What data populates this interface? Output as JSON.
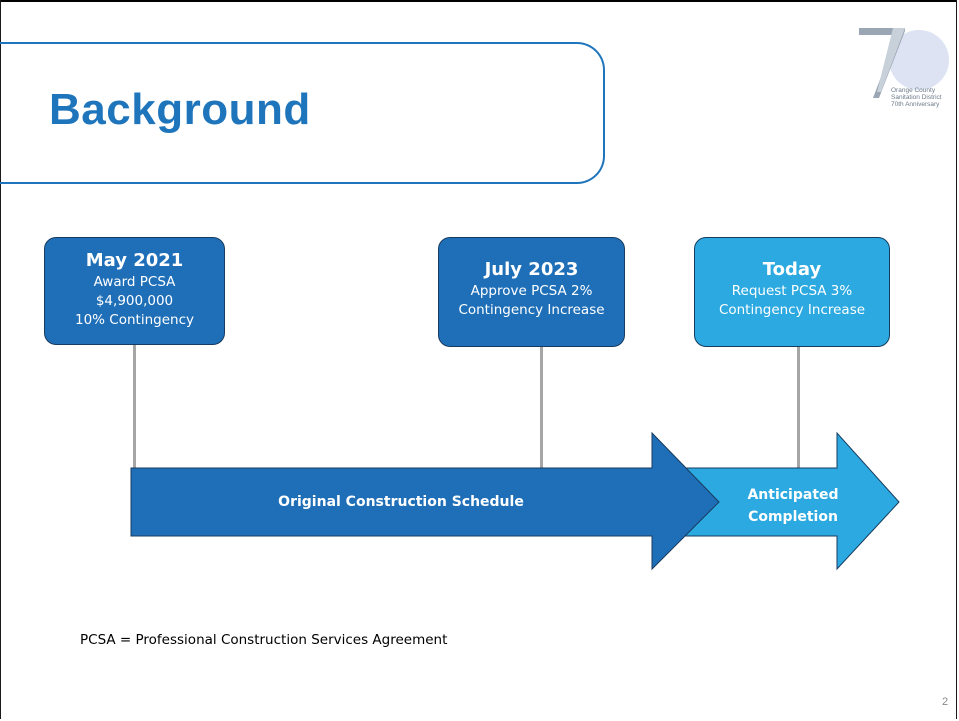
{
  "slide": {
    "title": "Background",
    "page_number": "2",
    "footnote": "PCSA = Professional Construction Services Agreement"
  },
  "logo": {
    "caption_lines": [
      "Orange County",
      "Sanitation District",
      "70th Anniversary"
    ]
  },
  "milestones": [
    {
      "date": "May 2021",
      "lines": [
        "Award PCSA",
        "$4,900,000",
        "10% Contingency"
      ]
    },
    {
      "date": "July 2023",
      "lines": [
        "Approve PCSA 2%",
        "Contingency Increase"
      ]
    },
    {
      "date": "Today",
      "lines": [
        "Request PCSA 3%",
        "Contingency Increase"
      ]
    }
  ],
  "arrows": {
    "original": "Original Construction Schedule",
    "anticipated_line1": "Anticipated",
    "anticipated_line2": "Completion"
  },
  "colors": {
    "title_blue": "#1f75bc",
    "dark_blue": "#1f6fb8",
    "light_blue": "#2ba9e0"
  }
}
